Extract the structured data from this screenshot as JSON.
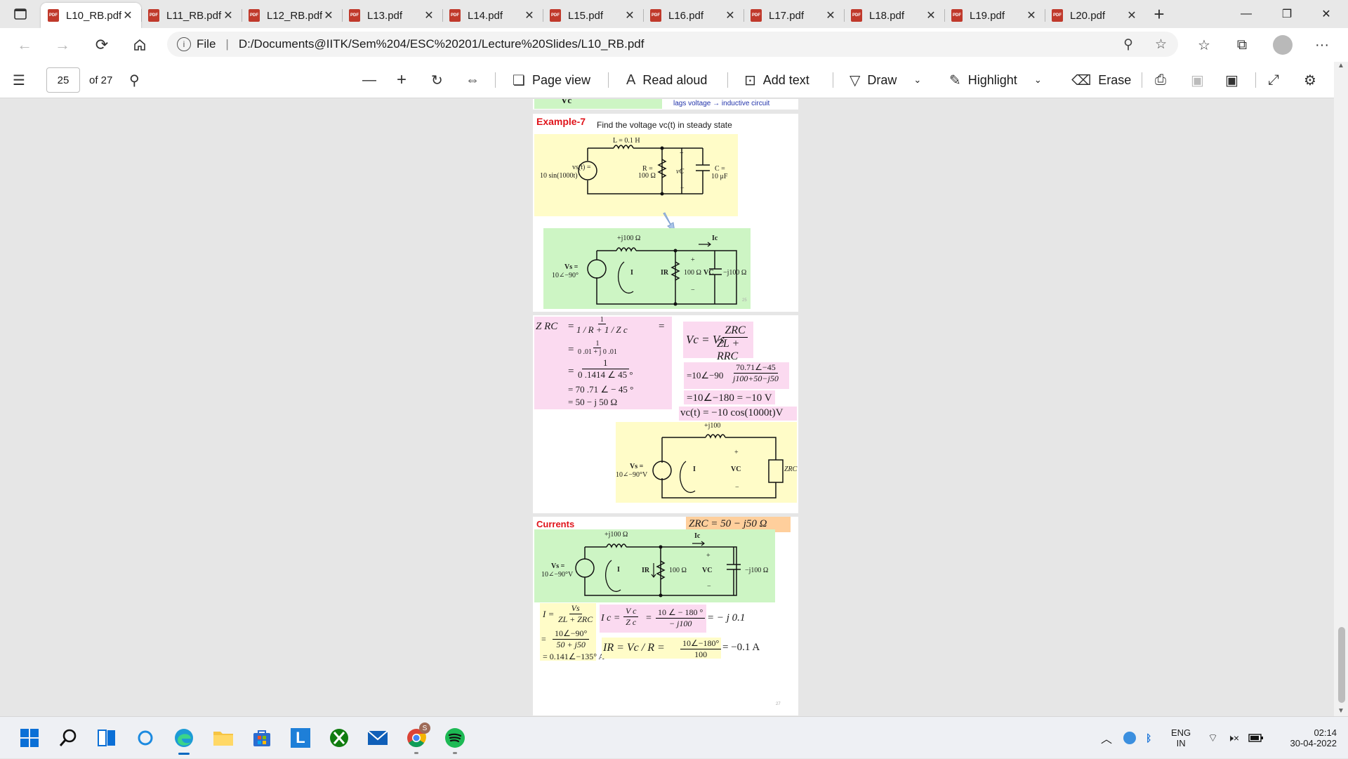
{
  "tabs": [
    {
      "title": "L10_RB.pdf",
      "active": true
    },
    {
      "title": "L11_RB.pdf"
    },
    {
      "title": "L12_RB.pdf"
    },
    {
      "title": "L13.pdf"
    },
    {
      "title": "L14.pdf"
    },
    {
      "title": "L15.pdf"
    },
    {
      "title": "L16.pdf"
    },
    {
      "title": "L17.pdf"
    },
    {
      "title": "L18.pdf"
    },
    {
      "title": "L19.pdf"
    },
    {
      "title": "L20.pdf"
    }
  ],
  "address": {
    "scheme_label": "File",
    "url": "D:/Documents@IITK/Sem%204/ESC%20201/Lecture%20Slides/L10_RB.pdf"
  },
  "pdf_toolbar": {
    "page_number": "25",
    "page_total": "of 27",
    "page_view": "Page view",
    "read_aloud": "Read aloud",
    "add_text": "Add text",
    "draw": "Draw",
    "highlight": "Highlight",
    "erase": "Erase"
  },
  "slide_top": {
    "caption": "lags voltage → inductive circuit",
    "vc": "Vc"
  },
  "slide25": {
    "label": "Example-7",
    "prompt": "Find the voltage vc(t) in steady state",
    "L": "L = 0.1 H",
    "source": "vs(t) =",
    "source2": "10 sin(1000t)",
    "R": "R =",
    "R2": "100 Ω",
    "vc": "vC",
    "C": "C =",
    "C2": "10 μF",
    "jL": "+j100 Ω",
    "Ic": "Ic",
    "Vs": "Vs =",
    "Vs2": "10∠−90°",
    "I": "I",
    "IR": "IR",
    "R3": "100 Ω",
    "Vc": "VC",
    "jC": "−j100 Ω",
    "plus": "+",
    "minus": "−",
    "pagenum": "25"
  },
  "slide26": {
    "zrc": "Z RC",
    "eq1_num": "1",
    "eq1_den": "1 / R + 1 / Z c",
    "eq2_num": "1",
    "eq2_den": "0 .01 + j 0 .01",
    "eq3_num": "1",
    "eq3_den": "0 .1414  ∠ 45 °",
    "eq4": "= 70 .71 ∠ − 45 °",
    "eq5": "= 50 − j 50 Ω",
    "vc_num": "ZRC",
    "vc_den": "ZL + RRC",
    "vc_lhs": "Vc = Vs",
    "step1_pre": "=10∠−90",
    "step1_num": "70.71∠−45",
    "step1_den": "j100+50−j50",
    "step2": "=10∠−180 = −10  V",
    "step3": "vc(t) = −10 cos(1000t)V",
    "jL": "+j100",
    "Vs": "Vs =",
    "Vs2": "10∠−90°V",
    "I": "I",
    "Vc": "VC",
    "zrc_box": "ZRC"
  },
  "slide27": {
    "label": "Currents",
    "zrc": "ZRC = 50 − j50   Ω",
    "jL": "+j100 Ω",
    "Ic": "Ic",
    "Vs": "Vs =",
    "Vs2": "10∠−90°V",
    "I": "I",
    "IR": "IR",
    "R": "100 Ω",
    "Vc": "VC",
    "jC": "−j100 Ω",
    "i_lhs": "I =",
    "i_num": "Vs",
    "i_den": "ZL + ZRC",
    "i2_num": "10∠−90°",
    "i2_den": "50 + j50",
    "i3": "= 0.141∠−135° A",
    "ic_lhs": "I c =",
    "ic_num": "V c",
    "ic_den": "Z c",
    "ic2_num": "10 ∠ − 180 °",
    "ic2_den": "− j100",
    "ic_res": "= − j 0.1",
    "ir": "IR = Vc / R =",
    "ir_num": "10∠−180°",
    "ir_den": "100",
    "ir_res": "= −0.1 A",
    "pagenum": "27"
  },
  "taskbar": {
    "lang1": "ENG",
    "lang2": "IN",
    "time": "02:14",
    "date": "30-04-2022",
    "chrome_badge": "S"
  }
}
